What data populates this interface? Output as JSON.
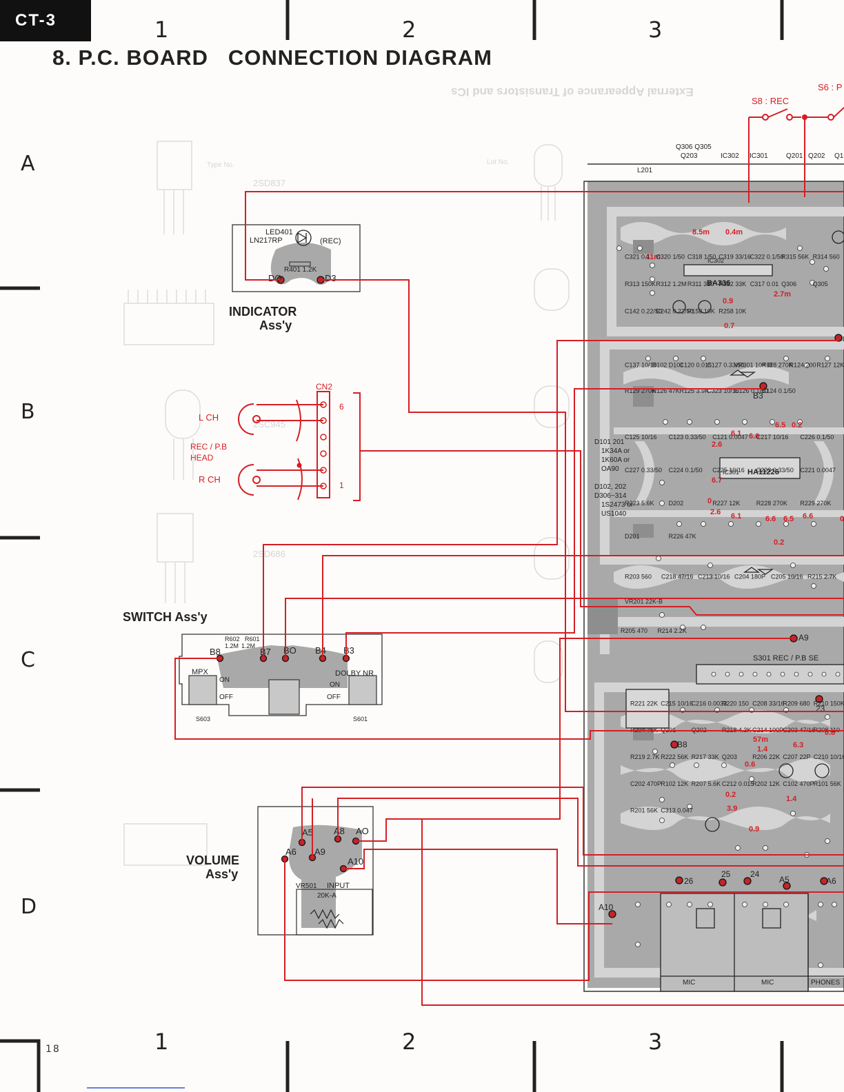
{
  "header": {
    "tag": "CT-3",
    "title": "8. P.C. BOARD   CONNECTION DIAGRAM"
  },
  "grid": {
    "columns": [
      "1",
      "2",
      "3"
    ],
    "rows": [
      "A",
      "B",
      "C",
      "D"
    ]
  },
  "page_number": "18",
  "colors": {
    "wire": "#d41e24",
    "board": "#a9a9a9",
    "trace": "#d0d0d0",
    "text": "#222222",
    "ghost": "#d6d6d6"
  },
  "ghost_text": {
    "reversed_heading": "External Appearance of Transistors and ICs",
    "part_labels": [
      "2SD837",
      "2SC945",
      "2SD686",
      "Type No.",
      "Lot No."
    ]
  },
  "switches": {
    "rec": "S8 : REC",
    "play": "S6 : P"
  },
  "indicator": {
    "title_1": "INDICATOR",
    "title_2": "Ass'y",
    "part": "LED401",
    "model": "LN217RP",
    "function": "(REC)",
    "resistor": "R401 1.2K",
    "terminals": [
      "DO",
      "D3"
    ]
  },
  "head": {
    "connector": "CN2",
    "pin_top": "6",
    "pin_bottom": "1",
    "left_ch": "L CH",
    "right_ch": "R CH",
    "label_1": "REC / P.B",
    "label_2": "HEAD"
  },
  "switch_assy": {
    "title": "SWITCH  Ass'y",
    "terminals": [
      "B8",
      "B7",
      "BO",
      "B4",
      "B3"
    ],
    "resistors": [
      "R602",
      "R601",
      "1.2M",
      "1.2M"
    ],
    "mpx": "MPX",
    "dolby": "DOLBY NR",
    "on": "ON",
    "off": "OFF",
    "refs": [
      "S603",
      "S601"
    ]
  },
  "volume_assy": {
    "title_1": "VOLUME",
    "title_2": "Ass'y",
    "terminals": [
      "A5",
      "A8",
      "AO",
      "A6",
      "A9",
      "A10"
    ],
    "pot": "VR501",
    "input": "INPUT",
    "value": "20K-A"
  },
  "main_board": {
    "top_refs": [
      "Q306 Q305",
      "Q203",
      "IC302",
      "IC301",
      "Q201",
      "Q202",
      "Q1"
    ],
    "l_label": "L201",
    "diodes_note": [
      "D101 201",
      "1K34A or",
      "1K60A or",
      "OA90",
      "D102, 202",
      "D306~314",
      "1S2473 or",
      "US1040"
    ],
    "ics": [
      "BA336",
      "HA11226"
    ],
    "ic_refs": [
      "IC302",
      "IC301"
    ],
    "switch_label": "S301   REC / P.B  SE",
    "sections": [
      "MIC",
      "MIC",
      "PHONES"
    ],
    "terminals": [
      "B3",
      "A9",
      "23",
      "B8",
      "26",
      "25",
      "24",
      "A5",
      "A6",
      "A10"
    ],
    "voltages_red": [
      "8.5m",
      "0.4m",
      "41m",
      "2.7m",
      "0.9",
      "0.7",
      "6.5",
      "0.2",
      "2.6",
      "6.1",
      "6.6",
      "6.7",
      "0",
      "2.6",
      "6.1",
      "6.6",
      "6.5",
      "6.6",
      "0.2",
      "0.6",
      "57m",
      "0.8",
      "1.4",
      "6.3",
      "0.6",
      "0.2",
      "3.9",
      "0.9",
      "1.4"
    ],
    "components": [
      "C321 0.1",
      "C320 1/50",
      "C318 1/50",
      "C319 33/16",
      "C322 0.1/50",
      "R315 56K",
      "R314 560",
      "R313 150K",
      "R312 1.2M",
      "R311 330",
      "R332 33K",
      "C317 0.01",
      "Q306",
      "Q305",
      "C142 0.22/50",
      "C242 0.22/50",
      "R158 10K",
      "R258 10K",
      "C137 10/16",
      "D102 D101",
      "C120 0.015",
      "C127 0.33/50",
      "VR301 10K-B",
      "R128 270K",
      "R124 200",
      "R127 12K",
      "R129 270K",
      "R126 47K",
      "R125 3.9K",
      "C323 10/16",
      "C126 0.1/50",
      "C124 0.1/50",
      "C125 10/16",
      "C123 0.33/50",
      "C121 0.0047",
      "C217 10/16",
      "C226 0.1/50",
      "C227 0.33/50",
      "C224 0.1/50",
      "C225 10/16",
      "C223 0.33/50",
      "C221 0.0047",
      "R223 5.6K",
      "D202",
      "R227 12K",
      "R228 270K",
      "R229 270K",
      "D201",
      "R226 47K",
      "R203 560",
      "C218 47/16",
      "C213 10/16",
      "C204 180P",
      "C205 10/16",
      "R215 2.7K",
      "VR201 22K-B",
      "R205 470",
      "R214 2.2K",
      "R221 22K",
      "C215 10/16",
      "C216 0.0033",
      "R220 150",
      "C208 33/16",
      "R209 680",
      "R210 150K",
      "R204 75K",
      "Q201",
      "Q202",
      "R218 4.3K",
      "C214 100P",
      "C203 47/16",
      "R208 110",
      "R219 2.7K",
      "R222 56K",
      "R217 33K",
      "Q203",
      "R206 22K",
      "C207 22P",
      "C210 10/16",
      "C202 470P",
      "R102 12K",
      "R207 5.6K",
      "C212 0.015",
      "R202 12K",
      "C102 470P",
      "R101 56K",
      "R201 56K",
      "C313 0.047"
    ]
  }
}
